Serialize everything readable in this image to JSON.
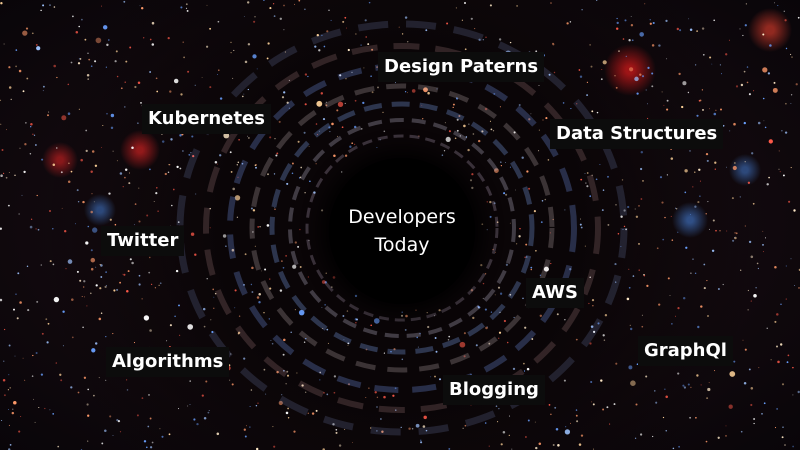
{
  "center": {
    "line1": "Developers",
    "line2": "Today"
  },
  "topics": {
    "design_patterns": "Design Paterns",
    "kubernetes": "Kubernetes",
    "data_structures": "Data Structures",
    "twitter": "Twitter",
    "aws": "AWS",
    "graphql": "GraphQl",
    "algorithms": "Algorithms",
    "blogging": "Blogging"
  },
  "colors": {
    "label_bg": "#0c0c0c",
    "label_text": "#ffffff",
    "hole": "#000000"
  }
}
